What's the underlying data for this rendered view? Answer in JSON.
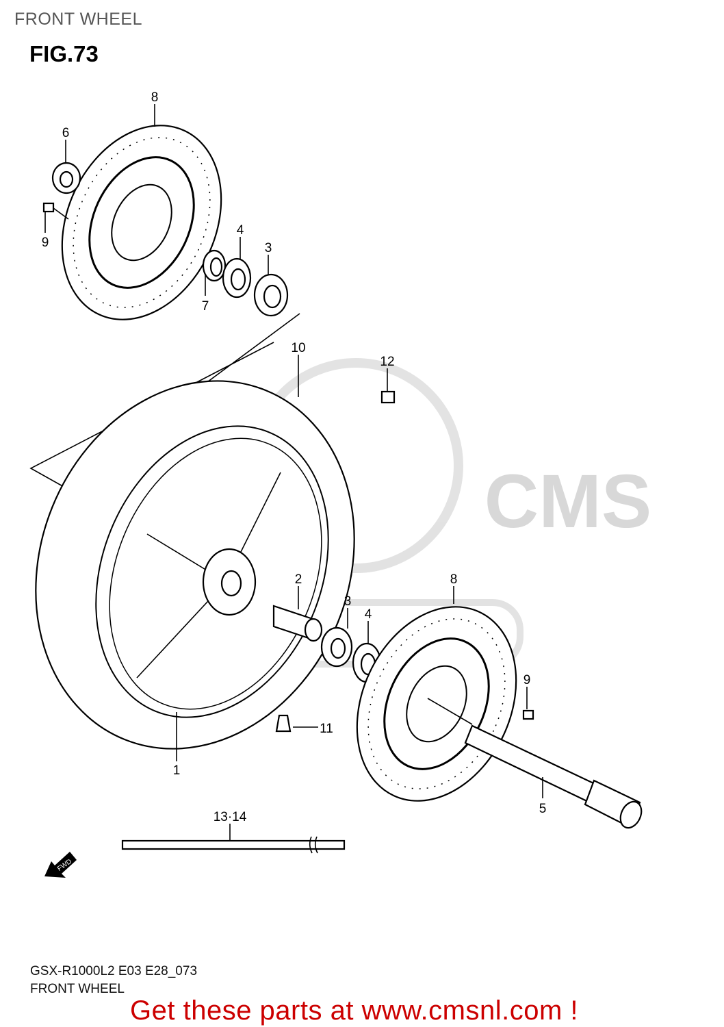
{
  "header": {
    "title": "FRONT WHEEL",
    "figure": "FIG.73"
  },
  "callouts": [
    "8",
    "6",
    "9",
    "4",
    "3",
    "7",
    "10",
    "12",
    "2",
    "3",
    "4",
    "8",
    "9",
    "11",
    "1",
    "5",
    "13·14"
  ],
  "fwd_label": "FWD",
  "footer": {
    "model_code": "GSX-R1000L2 E03 E28_073",
    "section_name": "FRONT WHEEL",
    "promo": "Get these parts at www.cmsnl.com !"
  },
  "watermark": {
    "text": "CMS",
    "color": "#d8d8d8"
  },
  "colors": {
    "promo": "#cc0000",
    "line": "#000000"
  }
}
